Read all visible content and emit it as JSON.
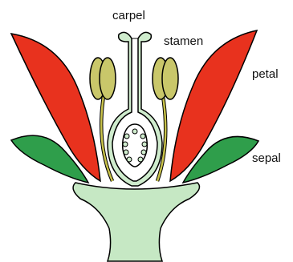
{
  "labels": {
    "carpel": "carpel",
    "stamen": "stamen",
    "petal": "petal",
    "sepal": "sepal"
  },
  "colors": {
    "petal": "#e8321e",
    "sepal": "#2f9e4b",
    "receptacle": "#c6e8c4",
    "carpel": "#cfeccd",
    "anther": "#c9c76a",
    "filament": "#c8c24a",
    "ovule": "#ffffff",
    "outline": "#000000"
  }
}
